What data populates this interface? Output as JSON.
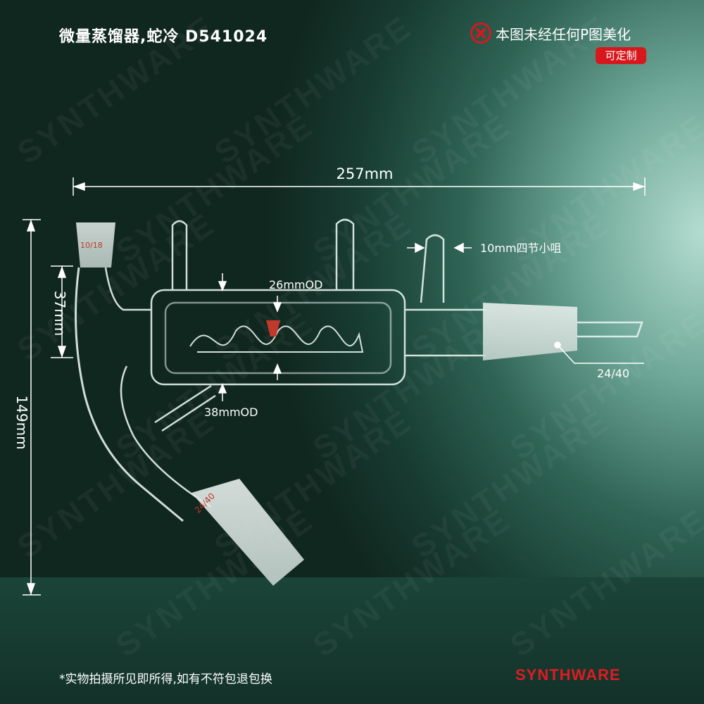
{
  "header": {
    "title": "微量蒸馏器,蛇冷  D541024",
    "notice": "本图未经任何P图美化",
    "custom_badge": "可定制"
  },
  "dimensions": {
    "length": "257mm",
    "hose_barb": "10mm四节小咀",
    "inner_od": "26mmOD",
    "outer_od": "38mmOD",
    "joint_right": "24/40",
    "height_top": "37mm",
    "height_total": "149mm",
    "joint_top_mark": "10/18",
    "joint_bottom_mark": "24/40"
  },
  "footer": {
    "disclaimer": "*实物拍摄所见即所得,如有不符包退包换",
    "brand": "SYNTHWARE"
  },
  "watermark": "SYNTHWARE",
  "colors": {
    "accent": "#d8171d"
  }
}
